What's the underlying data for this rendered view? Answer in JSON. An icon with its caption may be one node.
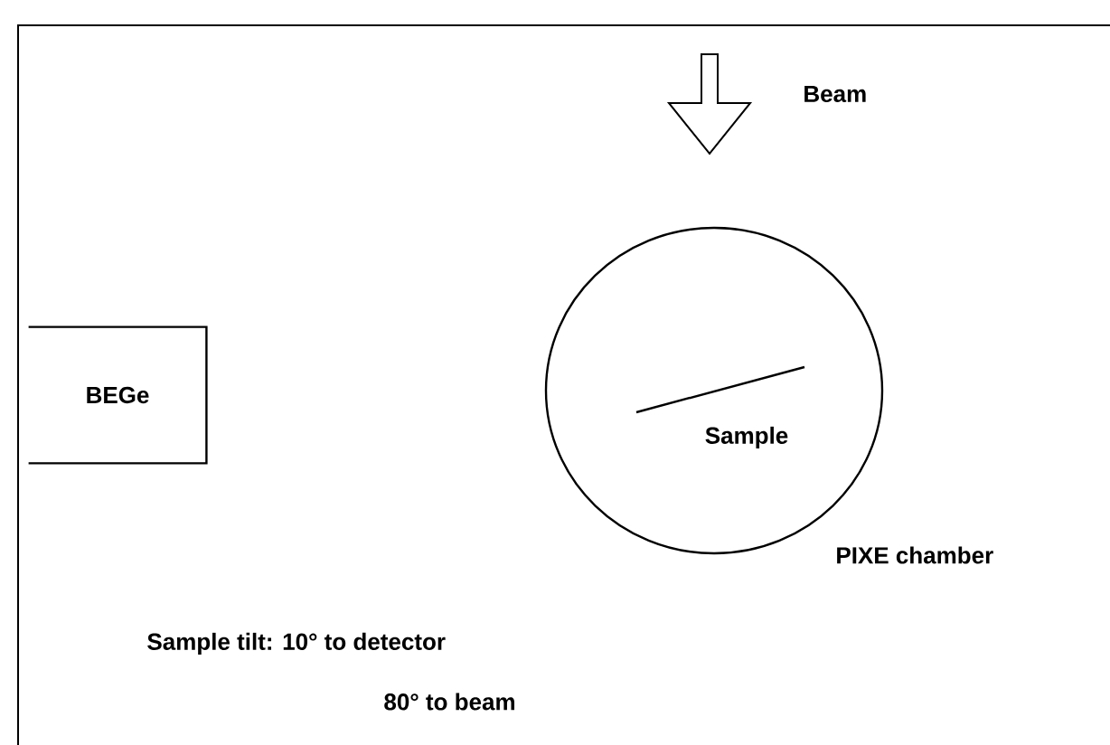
{
  "diagram": {
    "nodes": [
      {
        "text": [
          "BEGe"
        ]
      },
      {
        "text": [],
        "shape": "circle",
        "beside": [
          "PIXE chamber"
        ]
      },
      {
        "text": [
          "Sample"
        ],
        "in": 1
      }
    ],
    "labels": [
      "Beam",
      "Sample tilt: 10° to detector",
      "80° to beam"
    ]
  }
}
